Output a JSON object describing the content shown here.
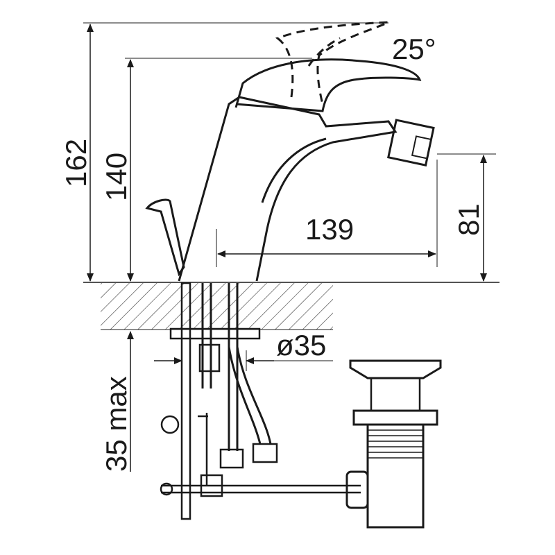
{
  "dimensions": {
    "total_height": "162",
    "lever_height": "140",
    "lever_angle": "25°",
    "spout_reach": "139",
    "spout_height": "81",
    "hole_diameter": "ø35",
    "max_deck_thickness": "35 max"
  },
  "colors": {
    "line": "#1a1a1a",
    "background": "#ffffff"
  }
}
